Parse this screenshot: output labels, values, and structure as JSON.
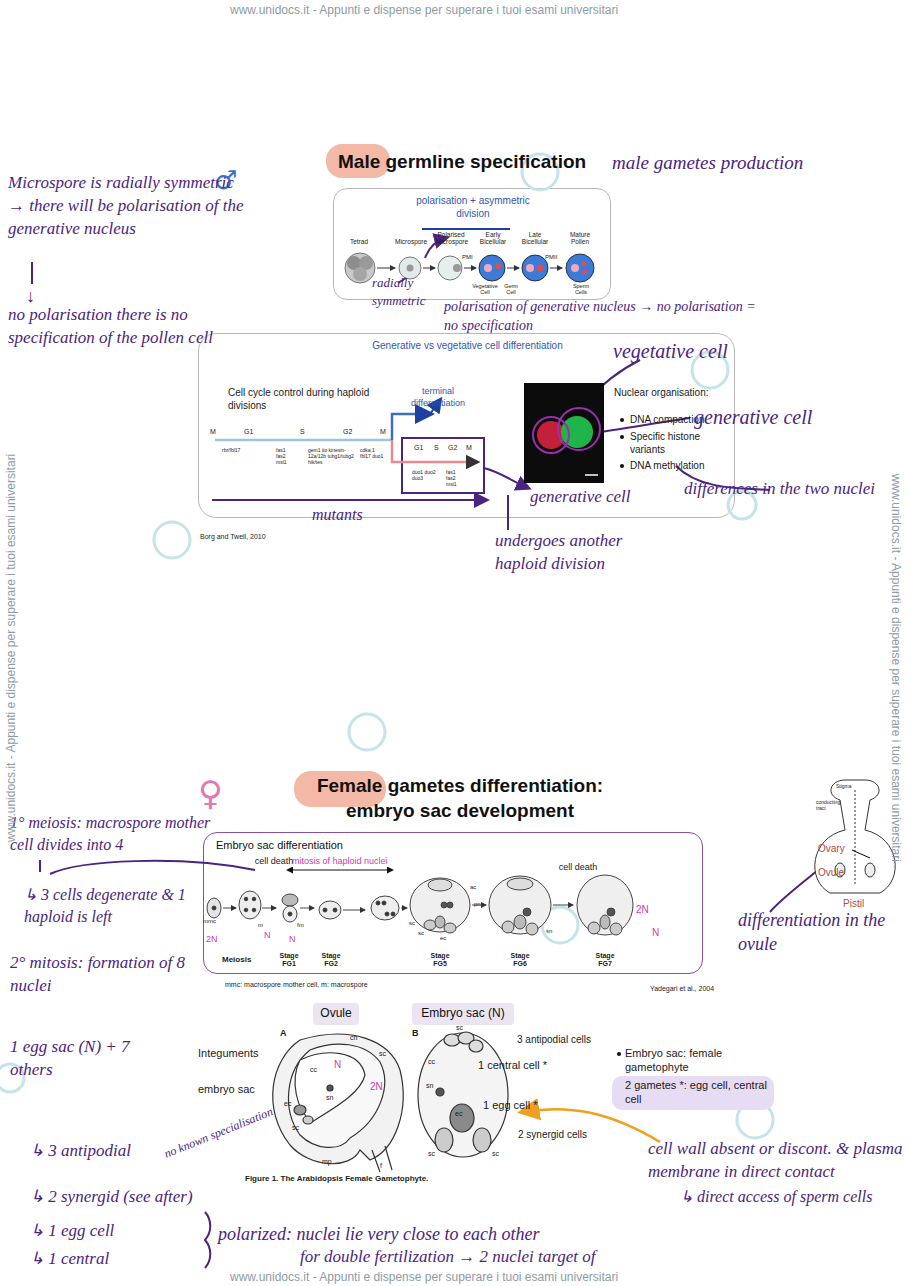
{
  "diagram": {
    "nodes": [
      {
        "text": [
          "polarisation + asymmetric division"
        ]
      },
      {
        "text": [
          "Generative vs vegetative cell differentiation"
        ]
      },
      {
        "text": [
          "Embryo sac differentiation"
        ]
      },
      {
        "text": [
          "Ovule"
        ]
      },
      {
        "text": [
          "Embryo sac (N)"
        ]
      }
    ],
    "labels": [
      "www.unidocs.it - Appunti e dispense per superare i tuoi esami universitari",
      "Male germline specification",
      "male gametes production",
      "♂",
      "Microspore is radially symmetric → there will be polarisation of the generative nucleus",
      "↓",
      "no polarisation there is no specification of the pollen cell",
      "Tetrad",
      "Microspore",
      "Polarised Microspore",
      "Early Bicellular",
      "Late Bicellular",
      "Mature Pollen",
      "PMI",
      "PMII",
      "Vegetative Cell",
      "Germ Cell",
      "Sperm Cells",
      "radially symmetric",
      "polarisation of generative nucleus → no polarisation = no specification",
      "Cell cycle control during haploid divisions",
      "terminal differentiation",
      "Nuclear organisation:",
      "DNA compaction",
      "Specific histone variants",
      "DNA methylation",
      "M",
      "G1",
      "S",
      "G2",
      "M",
      "G1",
      "S",
      "G2",
      "M",
      "rbr/fbl17",
      "fas1 fas2 msi1",
      "gem1 tio kinesin-12a/12b tubg1/tubg2 hik/tes",
      "cdka;1 fbl17 duo1",
      "fas1 fas2 msi1",
      "duo1 duo2 duo3",
      "vegetative cell",
      "generative cell",
      "differences in the two nuclei",
      "generative cell",
      "undergoes another haploid division",
      "mutants",
      "Borg and Twell, 2010",
      "♀",
      "Female gametes differentiation: embryo sac development",
      "Stigma",
      "conducting tract",
      "Ovary",
      "Ovule",
      "Pistil",
      "differentiation in the ovule",
      "1° meiosis: macrospore mother cell divides into 4",
      "↳ 3 cells degenerate & 1 haploid is left",
      "2° mitosis: formation of 8 nuclei",
      "1 egg sac (N) + 7 others",
      "↳ 3 antipodial",
      "no known specialisation",
      "↳ 2 synergid (see after)",
      "↳ 1 egg cell",
      "↳ 1 central",
      "polarized: nuclei lie very close to each other",
      "for double fertilization → 2 nuclei target of",
      "cell death",
      "mitosis of haploid nuclei",
      "cell death",
      "2N",
      "N",
      "N",
      "2N",
      "N",
      "mmc",
      "m",
      "fm",
      "Meiosis",
      "Stage FG1",
      "Stage FG2",
      "Stage FG5",
      "Stage FG6",
      "Stage FG7",
      "ac",
      "pn",
      "sc",
      "ec",
      "sc",
      "sn",
      "mmc: macrospore mother cell, m: macrospore",
      "Yadegari et al., 2004",
      "A",
      "Integuments",
      "embryo sac",
      "N",
      "2N",
      "ch",
      "cc",
      "sc",
      "sn",
      "ec",
      "sc",
      "mp",
      "f",
      "Figure 1. The Arabidopsis Female Gametophyte.",
      "B",
      "sc",
      "cc",
      "sn",
      "ec",
      "sc",
      "sc",
      "3 antipodial cells",
      "1 central cell *",
      "1 egg cell *",
      "2 synergid cells",
      "Embryo sac: female gametophyte",
      "2 gametes *: egg cell, central cell",
      "cell wall absent or discont. & plasma membrane in direct contact",
      "↳ direct access of sperm cells",
      "www.unidocs.it - Appunti e dispense per superare i tuoi esami universitari",
      "www.unidocs.it - Appunti e dispense per superare i tuoi esami universitari",
      "www.unidocs.it - Appunti e dispense per superare i tuoi esami universitari"
    ]
  }
}
